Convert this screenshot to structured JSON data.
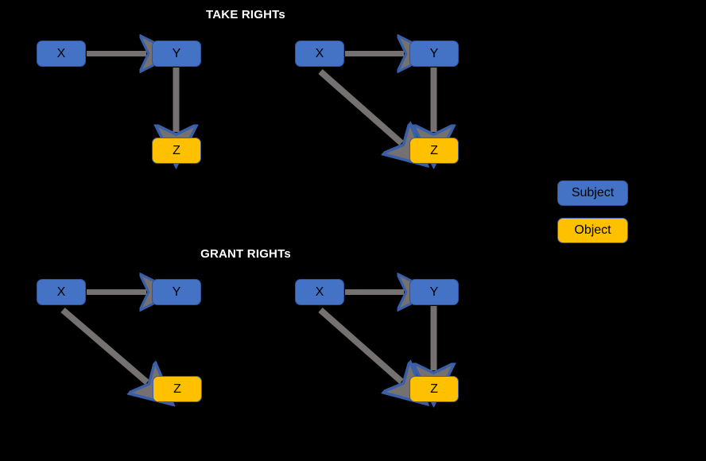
{
  "figure": {
    "background_color": "#000000",
    "subject_color": "#4472C4",
    "object_color": "#FFC000",
    "arrow_color": "#767171",
    "arrow_outline_color": "#3a5fa8"
  },
  "sections": [
    {
      "id": "take",
      "title": "TAKE RIGHTs",
      "diagrams": [
        {
          "id": "take-left",
          "nodes": [
            {
              "label": "X",
              "role": "subject"
            },
            {
              "label": "Y",
              "role": "subject"
            },
            {
              "label": "Z",
              "role": "object"
            }
          ],
          "edges": [
            {
              "from": "X",
              "to": "Y",
              "direction": "horizontal"
            },
            {
              "from": "Y",
              "to": "Z",
              "direction": "vertical"
            }
          ]
        },
        {
          "id": "take-right",
          "nodes": [
            {
              "label": "X",
              "role": "subject"
            },
            {
              "label": "Y",
              "role": "subject"
            },
            {
              "label": "Z",
              "role": "object"
            }
          ],
          "edges": [
            {
              "from": "X",
              "to": "Y",
              "direction": "horizontal"
            },
            {
              "from": "Y",
              "to": "Z",
              "direction": "vertical"
            },
            {
              "from": "X",
              "to": "Z",
              "direction": "diagonal"
            }
          ]
        }
      ]
    },
    {
      "id": "grant",
      "title": "GRANT RIGHTs",
      "diagrams": [
        {
          "id": "grant-left",
          "nodes": [
            {
              "label": "X",
              "role": "subject"
            },
            {
              "label": "Y",
              "role": "subject"
            },
            {
              "label": "Z",
              "role": "object"
            }
          ],
          "edges": [
            {
              "from": "X",
              "to": "Y",
              "direction": "horizontal"
            },
            {
              "from": "X",
              "to": "Z",
              "direction": "diagonal"
            }
          ]
        },
        {
          "id": "grant-right",
          "nodes": [
            {
              "label": "X",
              "role": "subject"
            },
            {
              "label": "Y",
              "role": "subject"
            },
            {
              "label": "Z",
              "role": "object"
            }
          ],
          "edges": [
            {
              "from": "X",
              "to": "Y",
              "direction": "horizontal"
            },
            {
              "from": "Y",
              "to": "Z",
              "direction": "vertical"
            },
            {
              "from": "X",
              "to": "Z",
              "direction": "diagonal"
            }
          ]
        }
      ]
    }
  ],
  "legend": {
    "items": [
      {
        "label": "Subject",
        "role": "subject"
      },
      {
        "label": "Object",
        "role": "object"
      }
    ]
  }
}
